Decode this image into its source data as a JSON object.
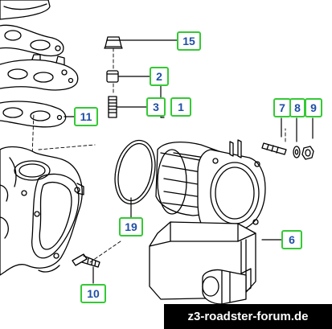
{
  "callouts": {
    "c15": "15",
    "c2": "2",
    "c3": "3",
    "c1": "1",
    "c11": "11",
    "c7": "7",
    "c8": "8",
    "c9": "9",
    "c19": "19",
    "c6": "6",
    "c10": "10"
  },
  "watermark": "z3-roadster-forum.de",
  "colors": {
    "callout_border": "#35c935",
    "callout_text": "#1f4fa5",
    "line": "#000000"
  }
}
